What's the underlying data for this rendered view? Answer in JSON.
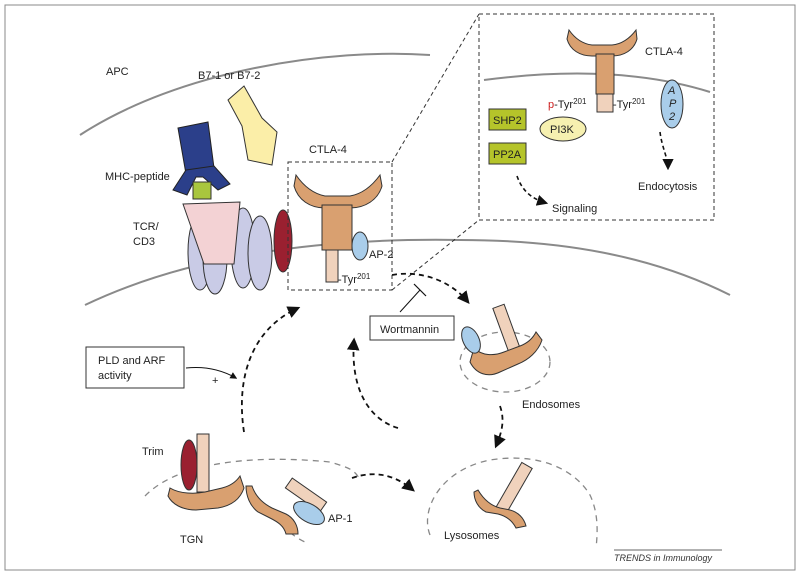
{
  "labels": {
    "apc": "APC",
    "b7": "B7-1 or B7-2",
    "mhc_peptide": "MHC-peptide",
    "tcr": "TCR/",
    "cd3": "CD3",
    "ctla4_main": "CTLA-4",
    "ctla4_inset": "CTLA-4",
    "ap2_main": "AP-2",
    "tyr_main": "-Tyr",
    "tyr_main_sup": "201",
    "p_prefix": "p",
    "tyr_inset_left": "-Tyr",
    "tyr_inset_left_sup": "201",
    "tyr_inset_right": "-Tyr",
    "tyr_inset_right_sup": "201",
    "ap2_inset_a": "A",
    "ap2_inset_p": "P",
    "ap2_inset_2": "2",
    "shp2": "SHP2",
    "pp2a": "PP2A",
    "pi3k": "PI3K",
    "signaling": "Signaling",
    "endocytosis": "Endocytosis",
    "wortmannin": "Wortmannin",
    "pld_line1": "PLD and ARF",
    "pld_line2": "activity",
    "plus": "+",
    "endosomes": "Endosomes",
    "trim": "Trim",
    "tgn": "TGN",
    "ap1": "AP-1",
    "lysosomes": "Lysosomes",
    "credit": "TRENDS in Immunology"
  },
  "colors": {
    "ctla4": "#d9a070",
    "ctla4_stem": "#f0d2bc",
    "ap": "#a9cdea",
    "mhc": "#2b3f8a",
    "b7": "#fbeea8",
    "tcr": "#c9cbe6",
    "trim": "#9a2030",
    "shp2": "#b5c42a",
    "pi3k": "#f6f0b0",
    "membrane": "#8a8a8a",
    "p_red": "#cc1f1f"
  }
}
